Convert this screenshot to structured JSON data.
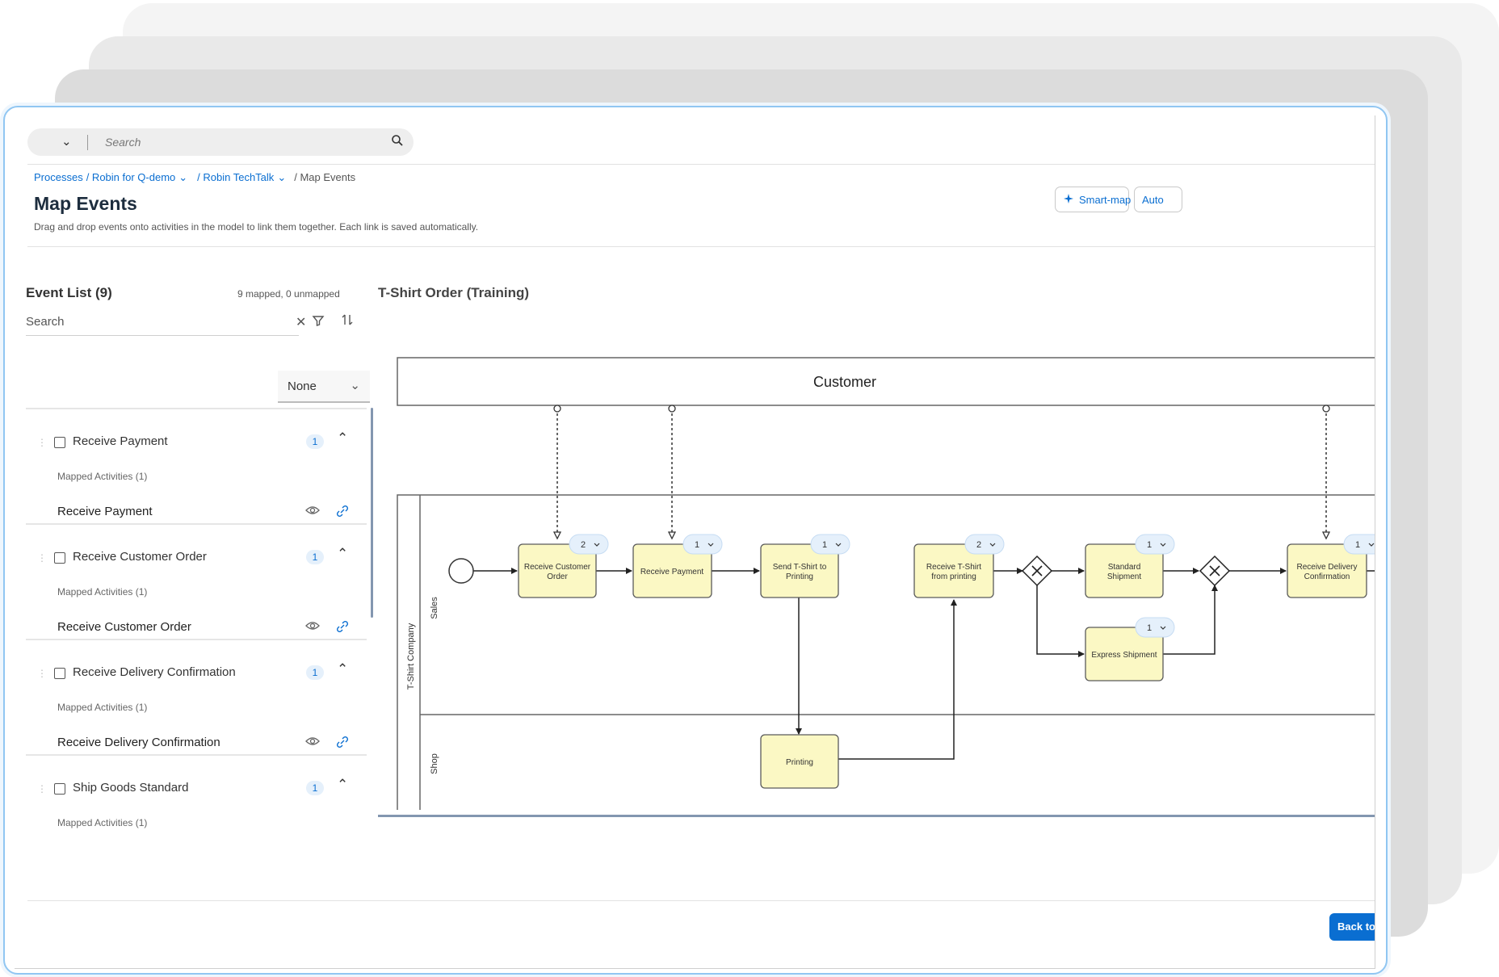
{
  "search": {
    "placeholder": "Search"
  },
  "breadcrumb": {
    "item1": "Processes",
    "item2": "/ Robin for Q-demo",
    "item3": "/ Robin TechTalk",
    "current": "/ Map Events"
  },
  "header": {
    "title": "Map Events",
    "subtitle": "Drag and drop events onto activities in the model to link them together. Each link is saved automatically.",
    "smart_map": "Smart-map",
    "auto": "Auto"
  },
  "events": {
    "title": "Event List (9)",
    "summary": "9 mapped, 0 unmapped",
    "search_placeholder": "Search",
    "filter_value": "None",
    "items": [
      {
        "name": "Receive Payment",
        "count": "1",
        "mapped": "Mapped Activities (1)",
        "activity": "Receive Payment"
      },
      {
        "name": "Receive Customer Order",
        "count": "1",
        "mapped": "Mapped Activities (1)",
        "activity": "Receive Customer Order"
      },
      {
        "name": "Receive Delivery Confirmation",
        "count": "1",
        "mapped": "Mapped Activities (1)",
        "activity": "Receive Delivery Confirmation"
      },
      {
        "name": "Ship Goods Standard",
        "count": "1",
        "mapped": "Mapped Activities (1)",
        "activity": ""
      }
    ]
  },
  "diagram": {
    "title": "T-Shirt Order (Training)",
    "pool_customer": "Customer",
    "pool_company": "T-Shirt Company",
    "lane_sales": "Sales",
    "lane_shop": "Shop",
    "tasks": {
      "receive_customer_order": {
        "line1": "Receive Customer",
        "line2": "Order",
        "badge": "2"
      },
      "receive_payment": {
        "line1": "Receive Payment",
        "line2": "",
        "badge": "1"
      },
      "send_tshirt": {
        "line1": "Send T-Shirt to",
        "line2": "Printing",
        "badge": "1"
      },
      "receive_tshirt": {
        "line1": "Receive T-Shirt",
        "line2": "from printing",
        "badge": "2"
      },
      "standard_shipment": {
        "line1": "Standard",
        "line2": "Shipment",
        "badge": "1"
      },
      "express_shipment": {
        "line1": "Express Shipment",
        "line2": "",
        "badge": "1"
      },
      "receive_delivery": {
        "line1": "Receive Delivery",
        "line2": "Confirmation",
        "badge": "1"
      },
      "printing": {
        "line1": "Printing",
        "line2": ""
      }
    }
  },
  "footer": {
    "back_label": "Back to"
  },
  "colors": {
    "accent": "#0a6ed1",
    "task_fill": "#fbf8c4",
    "task_stroke": "#5a5a5a",
    "badge_fill": "#e5f0fb"
  }
}
